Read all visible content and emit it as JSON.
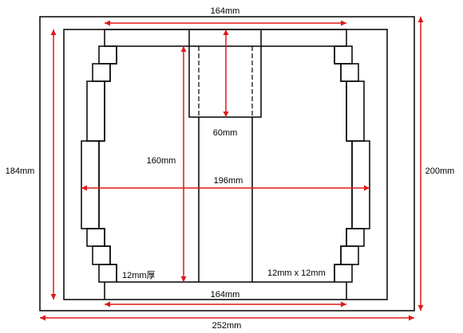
{
  "colors": {
    "line": "#000000",
    "dimension": "#e01818",
    "background": "#ffffff"
  },
  "labels": {
    "top_width": "164mm",
    "bottom_width": "164mm",
    "overall_width": "252mm",
    "left_height": "184mm",
    "right_height": "200mm",
    "inner_span": "196mm",
    "inner_height": "160mm",
    "slot_depth": "60mm",
    "thickness": "12mm厚",
    "block_size": "12mm x 12mm"
  }
}
